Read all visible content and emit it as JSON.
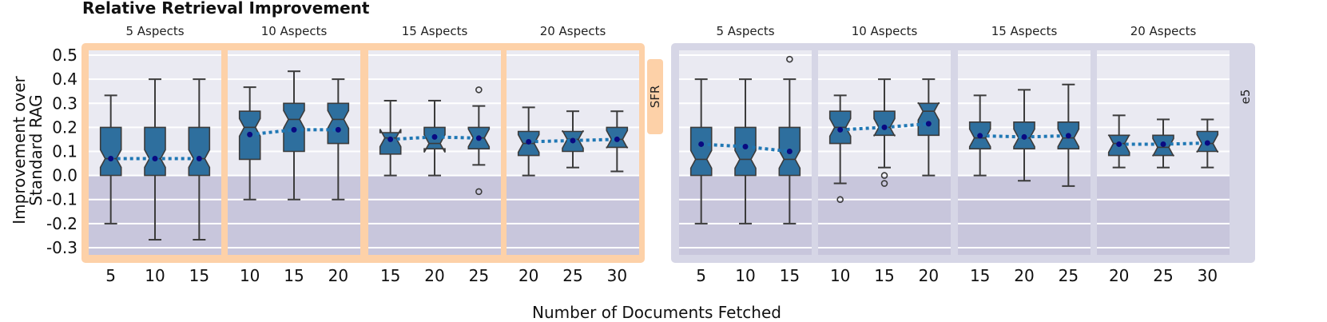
{
  "chart_data": {
    "type": "box",
    "title": "Relative Retrieval Improvement",
    "xlabel": "Number of Documents Fetched",
    "ylabel": "Improvement over Standard RAG",
    "ylim": [
      -0.33,
      0.52
    ],
    "yticks": [
      0.5,
      0.4,
      0.3,
      0.2,
      0.1,
      0.0,
      -0.1,
      -0.2,
      -0.3
    ],
    "ytick_labels": [
      "0.5",
      "0.4",
      "0.3",
      "0.2",
      "0.1",
      "0.0",
      "-0.1",
      "-0.2",
      "-0.3"
    ],
    "box_color": "#2e6f9e",
    "mean_color": "#0a0a80",
    "mean_line_color": "#1f77b4",
    "negative_region_color": "#c8c6dc",
    "facet_bg": "#eaeaf2",
    "grid": true,
    "groups": [
      {
        "label": "SFR",
        "color": "#fdd1a8",
        "facets": [
          {
            "title": "5 Aspects",
            "boxes": [
              {
                "x": "5",
                "q1": 0.0,
                "median": 0.07,
                "q3": 0.2,
                "whislo": -0.2,
                "whishi": 0.333,
                "mean": 0.07,
                "fliers": []
              },
              {
                "x": "10",
                "q1": 0.0,
                "median": 0.07,
                "q3": 0.2,
                "whislo": -0.267,
                "whishi": 0.4,
                "mean": 0.07,
                "fliers": []
              },
              {
                "x": "15",
                "q1": 0.0,
                "median": 0.07,
                "q3": 0.2,
                "whislo": -0.267,
                "whishi": 0.4,
                "mean": 0.07,
                "fliers": []
              }
            ]
          },
          {
            "title": "10 Aspects",
            "boxes": [
              {
                "x": "10",
                "q1": 0.067,
                "median": 0.2,
                "q3": 0.267,
                "whislo": -0.1,
                "whishi": 0.367,
                "mean": 0.17,
                "fliers": []
              },
              {
                "x": "15",
                "q1": 0.1,
                "median": 0.233,
                "q3": 0.3,
                "whislo": -0.1,
                "whishi": 0.433,
                "mean": 0.19,
                "fliers": []
              },
              {
                "x": "20",
                "q1": 0.133,
                "median": 0.233,
                "q3": 0.3,
                "whislo": -0.1,
                "whishi": 0.4,
                "mean": 0.19,
                "fliers": []
              }
            ]
          },
          {
            "title": "15 Aspects",
            "boxes": [
              {
                "x": "15",
                "q1": 0.089,
                "median": 0.156,
                "q3": 0.178,
                "whislo": 0.0,
                "whishi": 0.311,
                "mean": 0.15,
                "fliers": []
              },
              {
                "x": "20",
                "q1": 0.111,
                "median": 0.133,
                "q3": 0.2,
                "whislo": 0.0,
                "whishi": 0.311,
                "mean": 0.16,
                "fliers": []
              },
              {
                "x": "25",
                "q1": 0.111,
                "median": 0.156,
                "q3": 0.2,
                "whislo": 0.044,
                "whishi": 0.289,
                "mean": 0.155,
                "fliers": [
                  0.356,
                  -0.067
                ]
              }
            ]
          },
          {
            "title": "20 Aspects",
            "boxes": [
              {
                "x": "20",
                "q1": 0.083,
                "median": 0.133,
                "q3": 0.183,
                "whislo": 0.0,
                "whishi": 0.283,
                "mean": 0.14,
                "fliers": []
              },
              {
                "x": "25",
                "q1": 0.1,
                "median": 0.15,
                "q3": 0.183,
                "whislo": 0.033,
                "whishi": 0.267,
                "mean": 0.145,
                "fliers": []
              },
              {
                "x": "30",
                "q1": 0.117,
                "median": 0.15,
                "q3": 0.2,
                "whislo": 0.017,
                "whishi": 0.267,
                "mean": 0.15,
                "fliers": []
              }
            ]
          }
        ]
      },
      {
        "label": "e5",
        "color": "#d6d6e6",
        "facets": [
          {
            "title": "5 Aspects",
            "boxes": [
              {
                "x": "5",
                "q1": 0.0,
                "median": 0.067,
                "q3": 0.2,
                "whislo": -0.2,
                "whishi": 0.4,
                "mean": 0.13,
                "fliers": []
              },
              {
                "x": "10",
                "q1": 0.0,
                "median": 0.067,
                "q3": 0.2,
                "whislo": -0.2,
                "whishi": 0.4,
                "mean": 0.12,
                "fliers": []
              },
              {
                "x": "15",
                "q1": 0.0,
                "median": 0.067,
                "q3": 0.2,
                "whislo": -0.2,
                "whishi": 0.4,
                "mean": 0.1,
                "fliers": [
                  0.483
                ]
              }
            ]
          },
          {
            "title": "10 Aspects",
            "boxes": [
              {
                "x": "10",
                "q1": 0.133,
                "median": 0.2,
                "q3": 0.267,
                "whislo": -0.033,
                "whishi": 0.333,
                "mean": 0.19,
                "fliers": [
                  -0.1
                ]
              },
              {
                "x": "15",
                "q1": 0.167,
                "median": 0.2,
                "q3": 0.267,
                "whislo": 0.033,
                "whishi": 0.4,
                "mean": 0.2,
                "fliers": [
                  0.0,
                  -0.033
                ]
              },
              {
                "x": "20",
                "q1": 0.167,
                "median": 0.267,
                "q3": 0.3,
                "whislo": 0.0,
                "whishi": 0.4,
                "mean": 0.215,
                "fliers": []
              }
            ]
          },
          {
            "title": "15 Aspects",
            "boxes": [
              {
                "x": "15",
                "q1": 0.111,
                "median": 0.156,
                "q3": 0.222,
                "whislo": 0.0,
                "whishi": 0.333,
                "mean": 0.165,
                "fliers": []
              },
              {
                "x": "20",
                "q1": 0.111,
                "median": 0.156,
                "q3": 0.222,
                "whislo": -0.022,
                "whishi": 0.356,
                "mean": 0.16,
                "fliers": []
              },
              {
                "x": "25",
                "q1": 0.111,
                "median": 0.156,
                "q3": 0.222,
                "whislo": -0.044,
                "whishi": 0.378,
                "mean": 0.165,
                "fliers": []
              }
            ]
          },
          {
            "title": "20 Aspects",
            "boxes": [
              {
                "x": "20",
                "q1": 0.083,
                "median": 0.133,
                "q3": 0.167,
                "whislo": 0.033,
                "whishi": 0.25,
                "mean": 0.13,
                "fliers": []
              },
              {
                "x": "25",
                "q1": 0.083,
                "median": 0.117,
                "q3": 0.167,
                "whislo": 0.033,
                "whishi": 0.233,
                "mean": 0.13,
                "fliers": []
              },
              {
                "x": "30",
                "q1": 0.1,
                "median": 0.133,
                "q3": 0.183,
                "whislo": 0.033,
                "whishi": 0.233,
                "mean": 0.135,
                "fliers": []
              }
            ]
          }
        ]
      }
    ]
  }
}
